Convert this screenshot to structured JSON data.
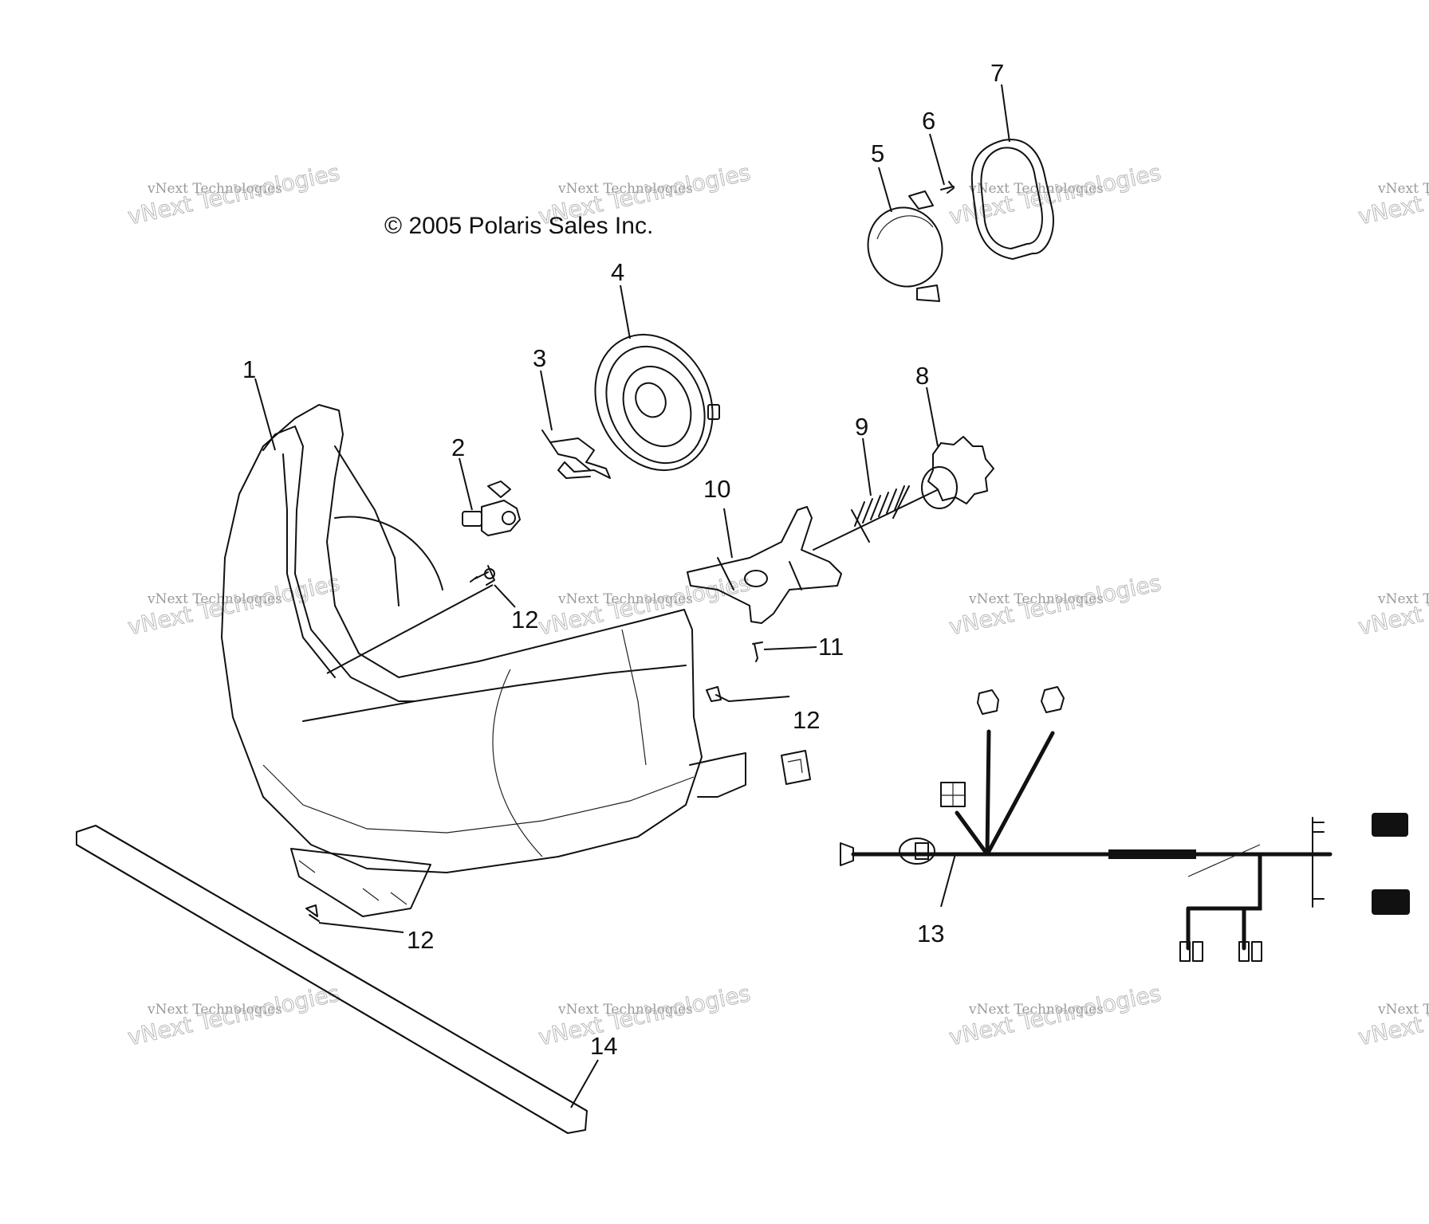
{
  "copyright": "© 2005 Polaris Sales Inc.",
  "watermark": {
    "line1": "vNext Technologies",
    "line2": "vNext Technologies",
    "color": "#9a9a9a"
  },
  "callouts": [
    "1",
    "2",
    "3",
    "4",
    "5",
    "6",
    "7",
    "8",
    "9",
    "10",
    "11",
    "12",
    "12",
    "12",
    "13",
    "14"
  ],
  "parts": [
    {
      "icon": "headlight-housing-icon"
    },
    {
      "icon": "bulb-icon"
    },
    {
      "icon": "bulb-clip-icon"
    },
    {
      "icon": "reflector-ring-icon"
    },
    {
      "icon": "lamp-cap-icon"
    },
    {
      "icon": "screw-icon"
    },
    {
      "icon": "gasket-icon"
    },
    {
      "icon": "adjuster-knob-icon"
    },
    {
      "icon": "spring-icon"
    },
    {
      "icon": "bracket-icon"
    },
    {
      "icon": "screw-icon"
    },
    {
      "icon": "bolt-icon"
    },
    {
      "icon": "wiring-harness-icon"
    },
    {
      "icon": "foam-strip-icon"
    }
  ]
}
